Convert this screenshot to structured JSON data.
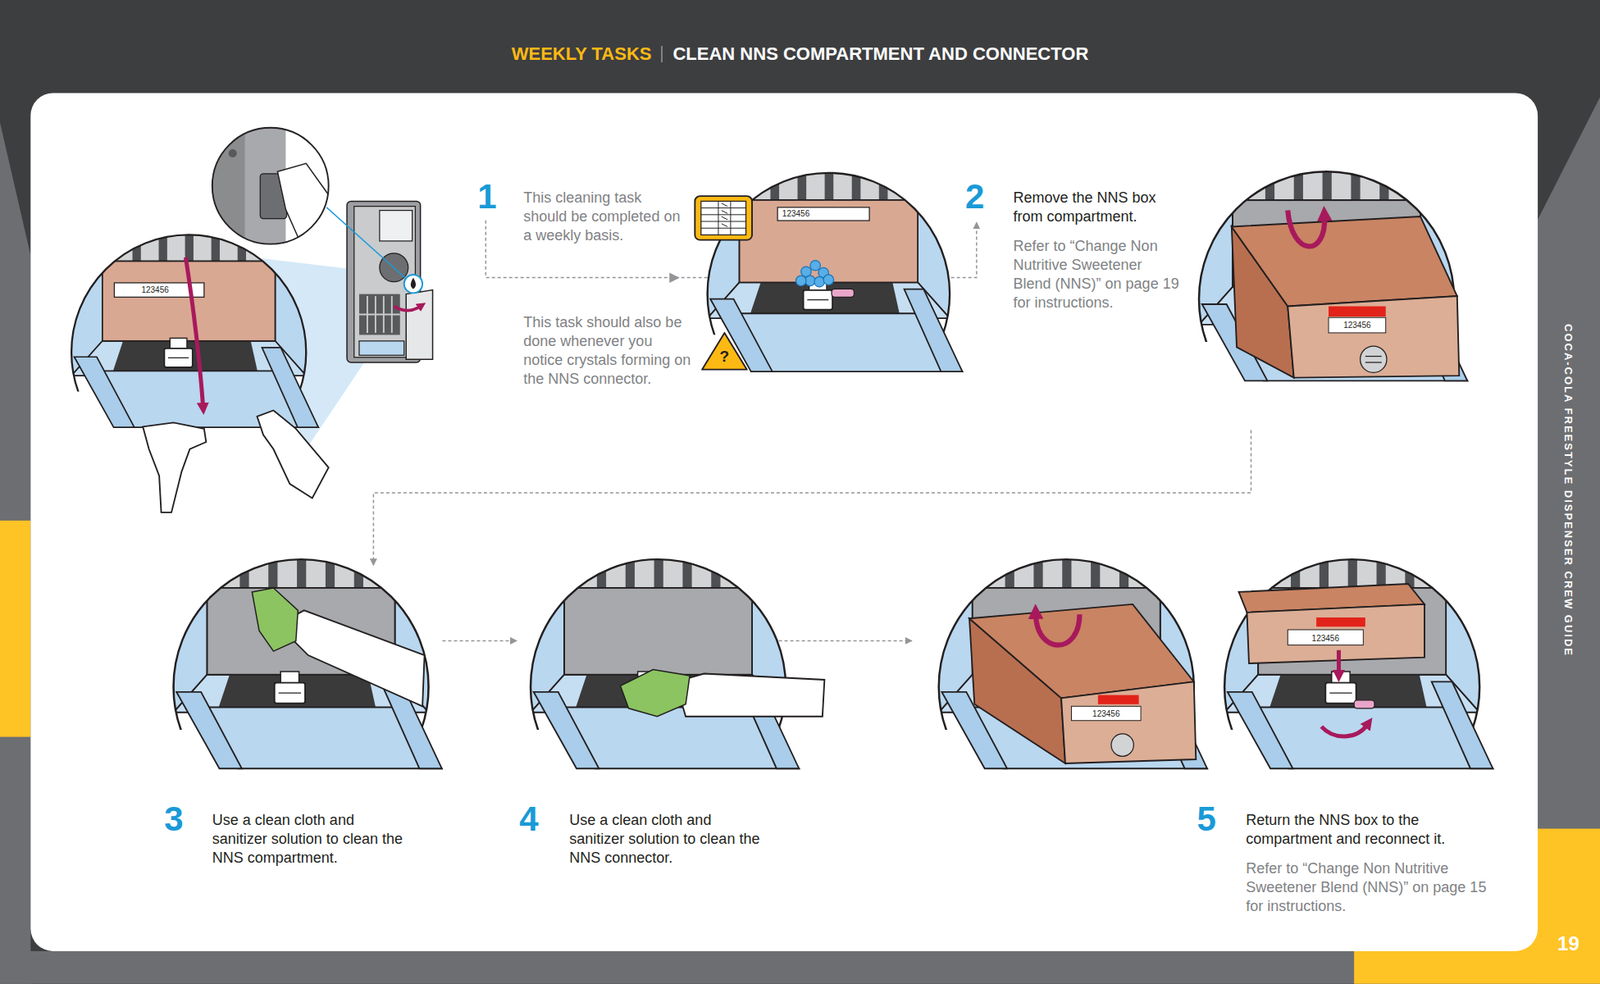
{
  "diagram": {
    "title": "CLEAN NNS COMPARTMENT AND CONNECTOR",
    "nodes": [
      {
        "text": [
          "1",
          "This cleaning task should be completed on a weekly basis.",
          "This task should also be done whenever you notice crystals forming on the NNS connector."
        ]
      },
      {
        "text": [
          "2",
          "Remove the NNS box from compartment.",
          "Refer to “Change Non Nutritive Sweetener Blend (NNS)” on page 19 for instructions."
        ]
      },
      {
        "text": [
          "3",
          "Use a clean cloth and sanitizer solution to clean the NNS compartment."
        ]
      },
      {
        "text": [
          "4",
          "Use a clean cloth and sanitizer solution to clean the NNS connector."
        ]
      },
      {
        "text": [
          "5",
          "Return the NNS box to the compartment and reconnect it.",
          "Refer to “Change Non Nutritive Sweetener Blend (NNS)” on page 15 for instructions."
        ]
      }
    ],
    "edges": [
      {
        "from": 0,
        "to": 1,
        "arrow": "to"
      },
      {
        "from": 1,
        "to": 2,
        "arrow": "to"
      },
      {
        "from": 2,
        "to": 3,
        "arrow": "to"
      },
      {
        "from": 3,
        "to": 4,
        "arrow": "to"
      }
    ],
    "labels": [
      "WEEKLY TASKS",
      "123456",
      "123456",
      "?",
      "123456",
      "123456",
      "123456",
      "COCA-COLA FREESTYLE DISPENSER CREW GUIDE",
      "19"
    ]
  }
}
